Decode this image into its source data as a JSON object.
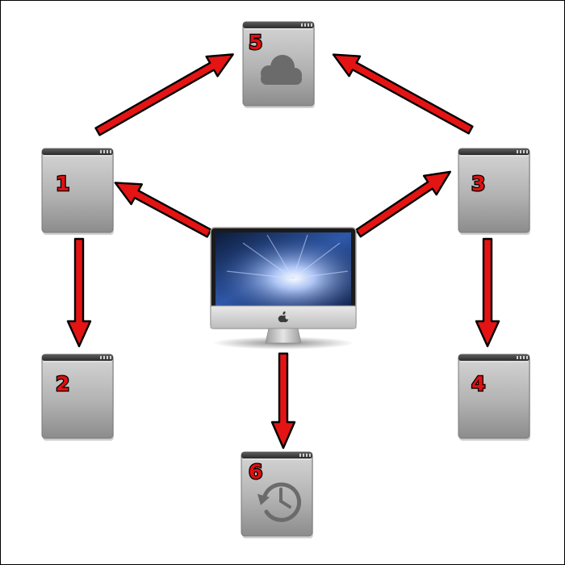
{
  "diagram": {
    "center_device": {
      "name": "iMac"
    },
    "drives": [
      {
        "id": "1",
        "label": "1",
        "icon": ""
      },
      {
        "id": "2",
        "label": "2",
        "icon": ""
      },
      {
        "id": "3",
        "label": "3",
        "icon": ""
      },
      {
        "id": "4",
        "label": "4",
        "icon": ""
      },
      {
        "id": "5",
        "label": "5",
        "icon": "cloud-icon"
      },
      {
        "id": "6",
        "label": "6",
        "icon": "time-machine-clock-icon"
      }
    ],
    "arrows": [
      {
        "from": "computer",
        "to": "1"
      },
      {
        "from": "computer",
        "to": "3"
      },
      {
        "from": "computer",
        "to": "6"
      },
      {
        "from": "1",
        "to": "2"
      },
      {
        "from": "3",
        "to": "4"
      },
      {
        "from": "1",
        "to": "5"
      },
      {
        "from": "3",
        "to": "5"
      }
    ],
    "colors": {
      "arrow": "#e41414",
      "outline": "#000000",
      "label": "#e01010",
      "drive": "#a9a9a9"
    }
  }
}
